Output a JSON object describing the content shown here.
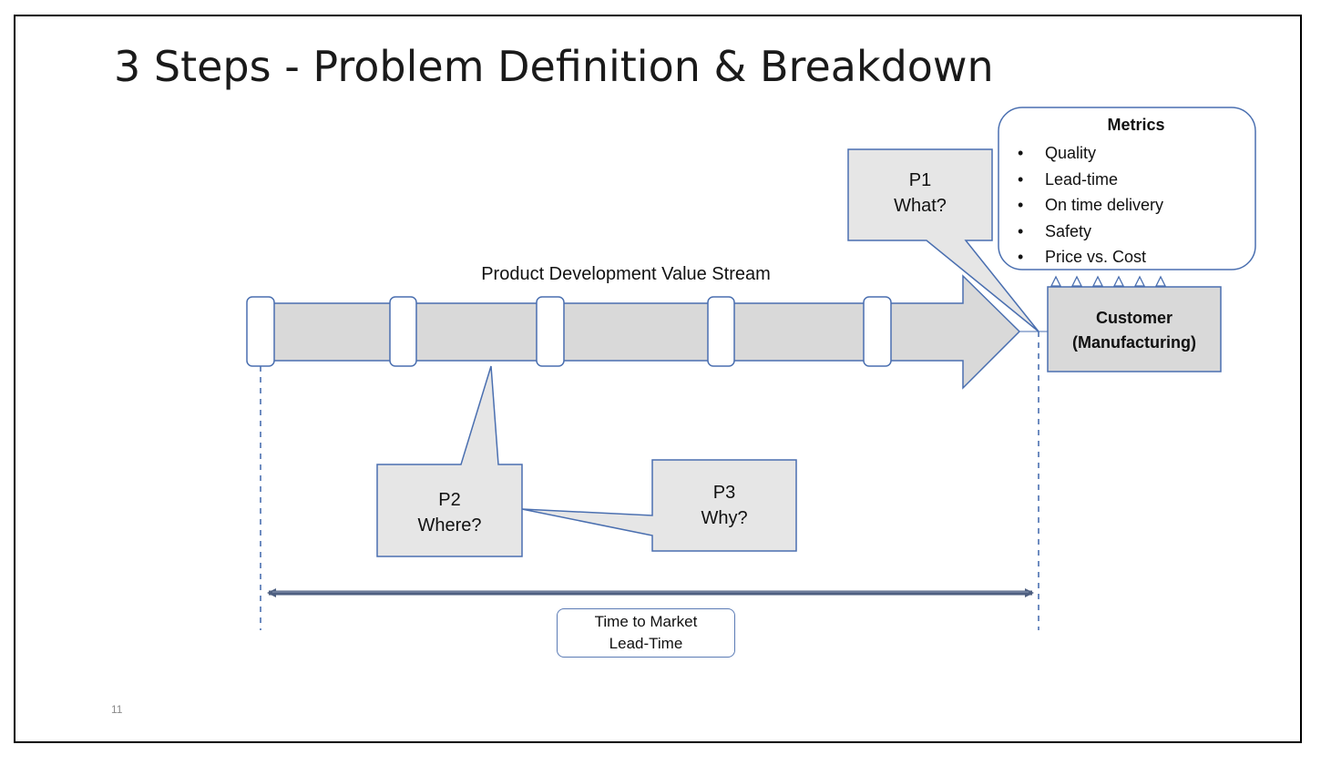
{
  "slide": {
    "title": "3 Steps - Problem Definition & Breakdown",
    "page_number": "11"
  },
  "value_stream": {
    "label": "Product Development Value Stream",
    "stage_gate_count": 5
  },
  "callouts": {
    "p1": {
      "line1": "P1",
      "line2": "What?"
    },
    "p2": {
      "line1": "P2",
      "line2": "Where?"
    },
    "p3": {
      "line1": "P3",
      "line2": "Why?"
    }
  },
  "customer": {
    "line1": "Customer",
    "line2": "(Manufacturing)"
  },
  "metrics": {
    "title": "Metrics",
    "items": [
      "Quality",
      "Lead-time",
      "On time delivery",
      "Safety",
      "Price vs. Cost"
    ]
  },
  "time_to_market": {
    "line1": "Time to Market",
    "line2": "Lead-Time"
  },
  "colors": {
    "outline_blue": "#4a6fb0",
    "shape_fill": "#d9d9d9",
    "axis_arrow": "#4e5f80"
  }
}
